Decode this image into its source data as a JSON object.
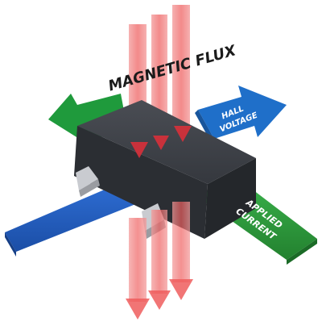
{
  "labels": {
    "magnetic_flux": "MAGNETIC FLUX",
    "hall_voltage_line1": "HALL",
    "hall_voltage_line2": "VOLTAGE",
    "applied_current_line1": "APPLIED",
    "applied_current_line2": "CURRENT"
  },
  "colors": {
    "flux": "#f06a6a",
    "flux_light": "#f7a5a5",
    "hall_arrow": "#1f6fc9",
    "left_arrow": "#1f9a3c",
    "applied_bar": "#2a9b3a",
    "left_bar": "#1f5cc0",
    "chip_top": "#3c3f45",
    "chip_side": "#2a2d32"
  },
  "icons": {
    "chip": "sensor-chip-icon"
  }
}
